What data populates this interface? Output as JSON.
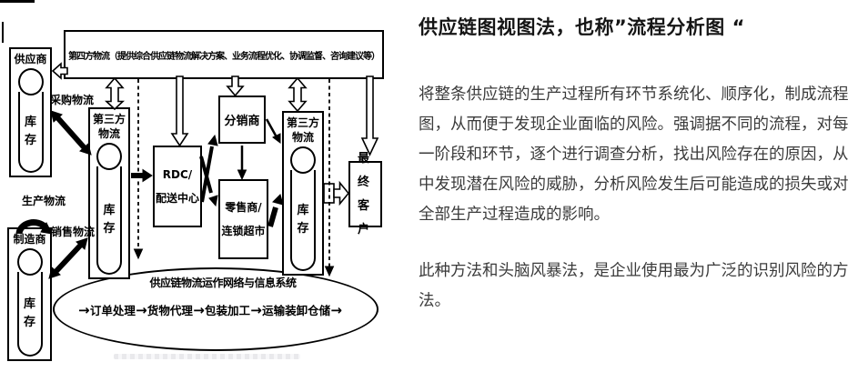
{
  "panel": {
    "title": "供应链图视图法，也称”流程分析图 “",
    "paragraph1": "将整条供应链的生产过程所有环节系统化、顺序化，制成流程图，从而便于发现企业面临的风险。强调据不同的流程，对每一阶段和环节，逐个进行调查分析，找出风险存在的原因，从中发现潜在风险的威胁，分析风险发生后可能造成的损失或对全部生产过程造成的影响。",
    "paragraph2": "此种方法和头脑风暴法，是企业使用最为广泛的识别风险的方法。"
  },
  "diagram": {
    "banner": "第四方物流（提供综合供应链物流解决方案、业务流程优化、协调监督、咨询建议等）",
    "supplier": {
      "label": "供应商",
      "inventory": "库存"
    },
    "tpl_left": {
      "label": "第三方物流",
      "inventory": "库存"
    },
    "manufacturer": {
      "label": "制造商",
      "inventory": "库存"
    },
    "tpl_right": {
      "label": "第三方物流",
      "inventory": "库存"
    },
    "rdc": {
      "line1": "RDC/",
      "line2": "配送中心"
    },
    "distributor": {
      "label": "分销商"
    },
    "retailer": {
      "line1": "零售商/",
      "line2": "连锁超市"
    },
    "final_customer": {
      "line1": "最终",
      "line2": "客户"
    },
    "flow_labels": {
      "procurement": "采购物流",
      "production": "生产物流",
      "sales": "销售物流"
    },
    "ellipse": {
      "title": "供应链物流运作网络与信息系统",
      "steps": [
        "订单处理",
        "货物代理",
        "包装加工",
        "运输装卸仓储"
      ],
      "arrow_glyph": "→"
    }
  },
  "colors": {
    "ink": "#000000",
    "body_text": "#3b3b3b",
    "background": "#ffffff"
  }
}
